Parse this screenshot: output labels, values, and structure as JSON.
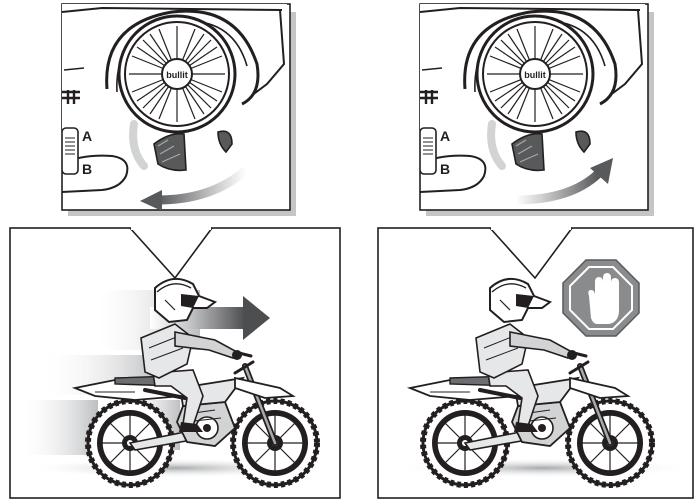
{
  "figure": {
    "panels": [
      {
        "id": "left",
        "callout_wheel_badge": "bullit",
        "transmitter_labels": [
          "A",
          "B"
        ],
        "action": "throttle-forward"
      },
      {
        "id": "right",
        "callout_wheel_badge": "bullit",
        "transmitter_labels": [
          "A",
          "B"
        ],
        "action": "brake-stop"
      }
    ],
    "colors": {
      "line": "#231f20",
      "arrow_gray": "#6d6e71",
      "stop_sign": "#8a8b8d",
      "shadow": "#bcbec0"
    },
    "icons": [
      "throttle-wheel-icon",
      "motion-arrow-icon",
      "stop-hand-icon",
      "motorcycle-rider-icon"
    ]
  }
}
